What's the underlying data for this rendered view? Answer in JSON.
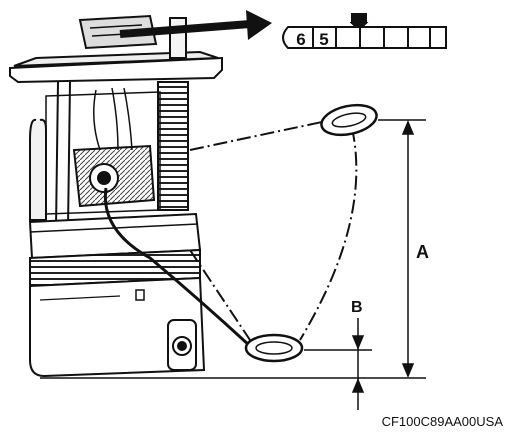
{
  "connector": {
    "pins": [
      "6",
      "5",
      "",
      "",
      "",
      ""
    ]
  },
  "labels": {
    "a": "A",
    "b": "B"
  },
  "figure_code": "CF100C89AA00USA",
  "colors": {
    "ink": "#111111",
    "paper": "#ffffff"
  }
}
